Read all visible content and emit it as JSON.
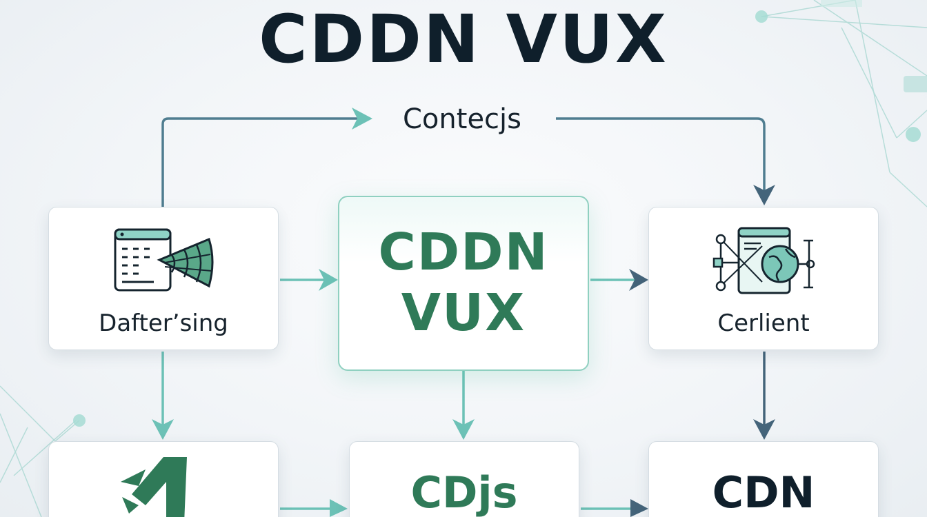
{
  "title": "CDDN VUX",
  "top_flow_label": "Contecjs",
  "cards": {
    "left": {
      "label": "Dafter’sing",
      "icon": "browser-funnel-icon"
    },
    "center": {
      "line1": "CDDN",
      "line2": "VUX"
    },
    "right": {
      "label": "Cerlient",
      "icon": "network-globe-icon"
    },
    "bottom_left": {
      "icon": "arrow-logo-icon"
    },
    "bottom_center": {
      "label": "CDjs"
    },
    "bottom_right": {
      "label": "CDN"
    }
  },
  "colors": {
    "title": "#0f1f2b",
    "accent_green": "#2f7a58",
    "teal_arrow": "#6cc1b6",
    "slate_arrow": "#44647a",
    "bottom_right_text": "#0f1f2b"
  }
}
